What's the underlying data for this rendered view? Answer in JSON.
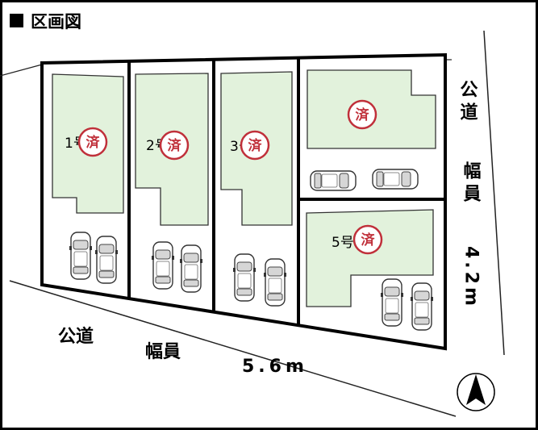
{
  "title": "区画図",
  "colors": {
    "building": "#e2f2dc",
    "stamp": "#c0303a",
    "frame": "#000000",
    "line": "#222222"
  },
  "roads": {
    "bottom": {
      "name": "公道",
      "width_label": "幅員",
      "width_value": "5.6m"
    },
    "right": {
      "name": "公道",
      "width_label": "幅員",
      "width_value": "4.2m"
    }
  },
  "lots": [
    {
      "label": "1号地",
      "status": "済"
    },
    {
      "label": "2号地",
      "status": "済"
    },
    {
      "label": "3号地",
      "status": "済"
    },
    {
      "label": "",
      "status": "済"
    },
    {
      "label": "5号地",
      "status": "済"
    }
  ],
  "compass": {
    "icon": "north-arrow-icon"
  }
}
